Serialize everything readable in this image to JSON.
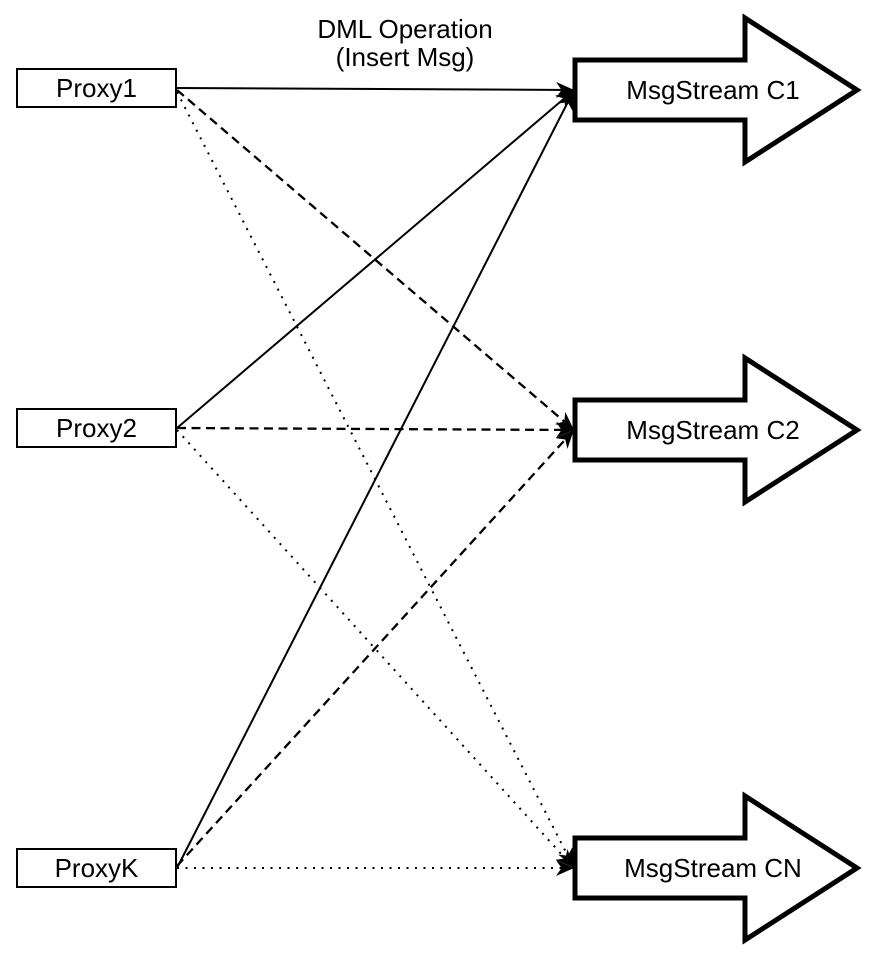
{
  "diagram": {
    "title": {
      "line1": "DML Operation",
      "line2": "(Insert Msg)"
    },
    "proxies": [
      {
        "id": "proxy1",
        "label": "Proxy1"
      },
      {
        "id": "proxy2",
        "label": "Proxy2"
      },
      {
        "id": "proxyk",
        "label": "ProxyK"
      }
    ],
    "streams": [
      {
        "id": "c1",
        "label": "MsgStream C1"
      },
      {
        "id": "c2",
        "label": "MsgStream C2"
      },
      {
        "id": "cn",
        "label": "MsgStream CN"
      }
    ],
    "connections": [
      {
        "from": "Proxy1",
        "to": "MsgStream C1",
        "style": "solid"
      },
      {
        "from": "Proxy1",
        "to": "MsgStream C2",
        "style": "dashed"
      },
      {
        "from": "Proxy1",
        "to": "MsgStream CN",
        "style": "dotted"
      },
      {
        "from": "Proxy2",
        "to": "MsgStream C1",
        "style": "solid"
      },
      {
        "from": "Proxy2",
        "to": "MsgStream C2",
        "style": "dashed"
      },
      {
        "from": "Proxy2",
        "to": "MsgStream CN",
        "style": "dotted"
      },
      {
        "from": "ProxyK",
        "to": "MsgStream C1",
        "style": "solid"
      },
      {
        "from": "ProxyK",
        "to": "MsgStream C2",
        "style": "dashed"
      },
      {
        "from": "ProxyK",
        "to": "MsgStream CN",
        "style": "dotted"
      }
    ],
    "colors": {
      "stroke": "#000000",
      "fill": "#ffffff"
    }
  }
}
